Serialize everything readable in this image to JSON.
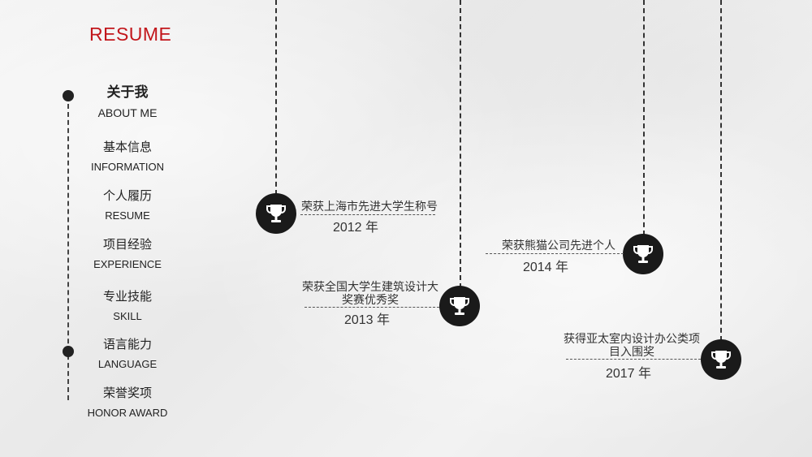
{
  "header": {
    "brand": "RESUME"
  },
  "nav": {
    "items": [
      {
        "zh": "关于我",
        "en": "ABOUT ME"
      },
      {
        "zh": "基本信息",
        "en": "INFORMATION"
      },
      {
        "zh": "个人履历",
        "en": "RESUME"
      },
      {
        "zh": "项目经验",
        "en": "EXPERIENCE"
      },
      {
        "zh": "专业技能",
        "en": "SKILL"
      },
      {
        "zh": "语言能力",
        "en": "LANGUAGE"
      },
      {
        "zh": "荣誉奖项",
        "en": "HONOR AWARD"
      }
    ]
  },
  "awards": [
    {
      "title": "荣获上海市先进大学生称号",
      "year": "2012 年",
      "icon": "trophy-icon"
    },
    {
      "title": "荣获全国大学生建筑设计大奖赛优秀奖",
      "year": "2013 年",
      "icon": "trophy-icon"
    },
    {
      "title": "荣获熊猫公司先进个人",
      "year": "2014 年",
      "icon": "trophy-icon"
    },
    {
      "title": "获得亚太室内设计办公类项目入围奖",
      "year": "2017 年",
      "icon": "trophy-icon"
    }
  ],
  "colors": {
    "accent": "#c2161b",
    "badge": "#1a1a1a"
  }
}
